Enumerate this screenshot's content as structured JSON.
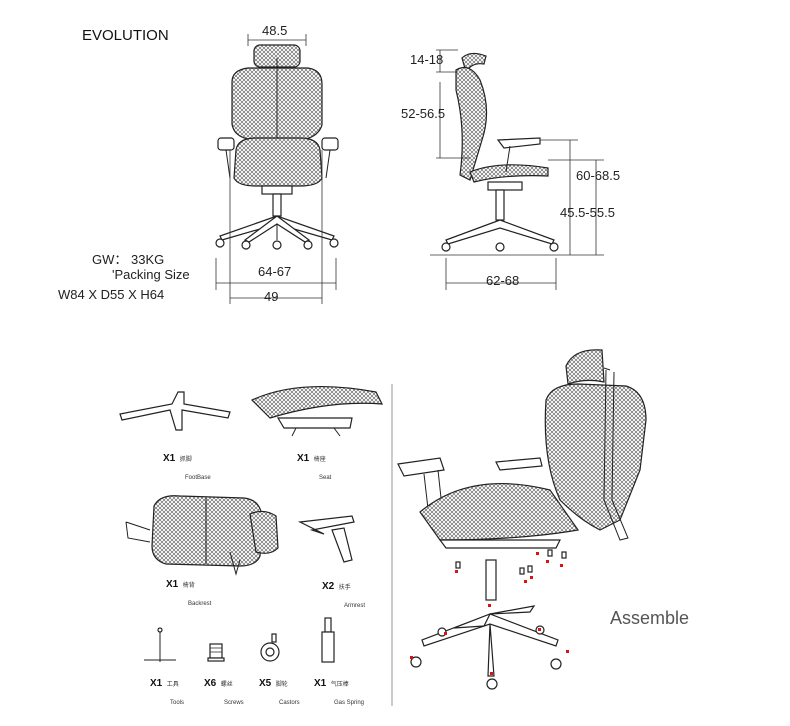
{
  "header": {
    "title": "EVOLUTION"
  },
  "front_view": {
    "top_width": "48.5",
    "base_width": "64-67",
    "arm_width": "49"
  },
  "side_view": {
    "headrest_adj": "14-18",
    "backrest_adj": "52-56.5",
    "arm_height": "60-68.5",
    "seat_height": "45.5-55.5",
    "depth": "62-68"
  },
  "specs": {
    "gross_weight": "GW： 33KG",
    "packing_label": "'Packing Size",
    "packing_dims": "W84 X D55 X H64"
  },
  "parts": [
    {
      "qty": "X1",
      "cn": "抓脚",
      "en": "FootBase"
    },
    {
      "qty": "X1",
      "cn": "椅座",
      "en": "Seat"
    },
    {
      "qty": "X1",
      "cn": "椅背",
      "en": "Backrest"
    },
    {
      "qty": "X2",
      "cn": "扶手",
      "en": "Armrest"
    },
    {
      "qty": "X1",
      "cn": "工具",
      "en": "Tools"
    },
    {
      "qty": "X6",
      "cn": "螺丝",
      "en": "Screws"
    },
    {
      "qty": "X5",
      "cn": "脚轮",
      "en": "Castors"
    },
    {
      "qty": "X1",
      "cn": "气压棒",
      "en": "Gas Spring"
    }
  ],
  "assembly": {
    "label": "Assemble"
  },
  "colors": {
    "line": "#222222",
    "marker": "#dd1111",
    "mesh": "#555555"
  }
}
